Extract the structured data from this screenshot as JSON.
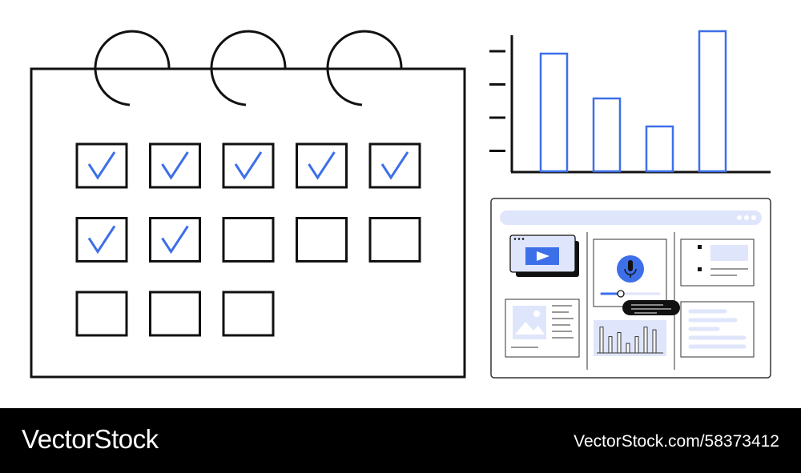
{
  "colors": {
    "accent": "#3d6fe8",
    "accent_light": "#dfe6fb",
    "ink": "#111111",
    "footer_bg": "#000000",
    "footer_text": "#ffffff"
  },
  "calendar": {
    "binder_rings": 3,
    "day_boxes": [
      {
        "checked": true
      },
      {
        "checked": true
      },
      {
        "checked": true
      },
      {
        "checked": true
      },
      {
        "checked": true
      },
      {
        "checked": true
      },
      {
        "checked": true
      },
      {
        "checked": false
      },
      {
        "checked": false
      },
      {
        "checked": false
      },
      {
        "checked": false
      },
      {
        "checked": false
      },
      {
        "checked": false
      }
    ]
  },
  "bar_chart": {
    "bar_values": [
      0.84,
      0.52,
      0.32,
      1.0
    ],
    "axis_ticks": 4
  },
  "dashboard": {
    "window_dots": 3,
    "icons": [
      "video-play-icon",
      "microphone-icon",
      "image-icon"
    ],
    "mini_bar_values": [
      0.95,
      0.6,
      0.75,
      0.35,
      0.6,
      0.95,
      0.85
    ]
  },
  "footer": {
    "brand": "VectorStock",
    "stock_id": "VectorStock.com/58373412"
  }
}
